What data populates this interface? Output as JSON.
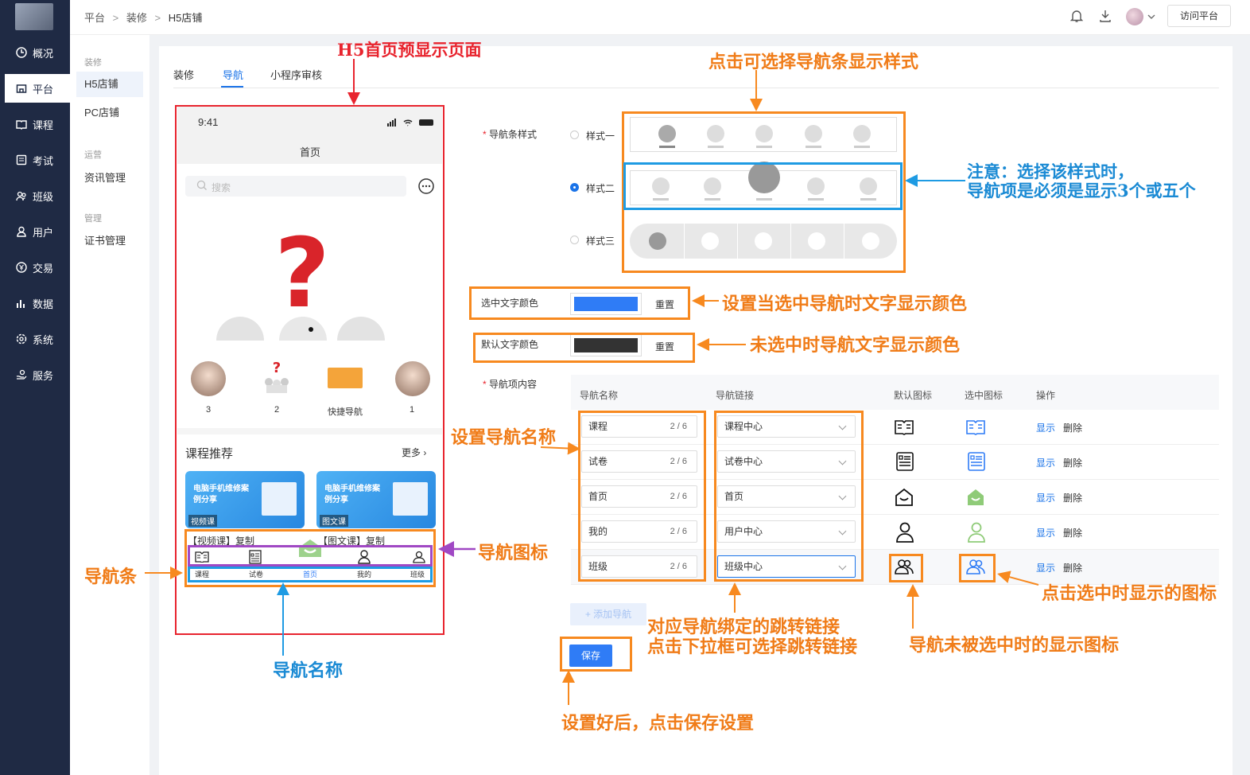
{
  "sidebar": {
    "items": [
      {
        "label": "概况",
        "icon": "clock-icon"
      },
      {
        "label": "平台",
        "icon": "shop-icon"
      },
      {
        "label": "课程",
        "icon": "book-icon"
      },
      {
        "label": "考试",
        "icon": "exam-icon"
      },
      {
        "label": "班级",
        "icon": "group-icon"
      },
      {
        "label": "用户",
        "icon": "user-icon"
      },
      {
        "label": "交易",
        "icon": "money-icon"
      },
      {
        "label": "数据",
        "icon": "chart-icon"
      },
      {
        "label": "系统",
        "icon": "gear-icon"
      },
      {
        "label": "服务",
        "icon": "service-icon"
      }
    ]
  },
  "breadcrumb": {
    "a": "平台",
    "b": "装修",
    "c": "H5店铺"
  },
  "topbar": {
    "visit": "访问平台"
  },
  "subnav": {
    "g1": "装修",
    "h5": "H5店铺",
    "pc": "PC店铺",
    "g2": "运营",
    "news": "资讯管理",
    "g3": "管理",
    "cert": "证书管理"
  },
  "tabs": {
    "decor": "装修",
    "nav": "导航",
    "mini": "小程序审核"
  },
  "phone": {
    "time": "9:41",
    "title": "首页",
    "search": "搜索",
    "quick": [
      "3",
      "2",
      "快捷导航",
      "1"
    ],
    "rec_title": "课程推荐",
    "more": "更多",
    "card1_title": "电脑手机维修案例分享",
    "card1_tag": "视频课",
    "card2_title": "电脑手机维修案例分享",
    "card2_tag": "图文课",
    "card1_cap": "【视频课】复制",
    "card2_cap": "【图文课】复制",
    "nav_labels": [
      "课程",
      "试卷",
      "首页",
      "我的",
      "班级"
    ]
  },
  "form": {
    "nav_style_label": "导航条样式",
    "style1": "样式一",
    "style2": "样式二",
    "style3": "样式三",
    "sel_color_label": "选中文字颜色",
    "sel_color": "#2f7cf6",
    "def_color_label": "默认文字颜色",
    "def_color": "#333333",
    "reset": "重置",
    "nav_content_label": "导航项内容",
    "add_nav": "+ 添加导航",
    "save": "保存"
  },
  "table": {
    "headers": [
      "导航名称",
      "导航链接",
      "默认图标",
      "选中图标",
      "操作"
    ],
    "rows": [
      {
        "name": "课程",
        "count": "2 / 6",
        "link": "课程中心",
        "show": "显示",
        "del": "删除"
      },
      {
        "name": "试卷",
        "count": "2 / 6",
        "link": "试卷中心",
        "show": "显示",
        "del": "删除"
      },
      {
        "name": "首页",
        "count": "2 / 6",
        "link": "首页",
        "show": "显示",
        "del": "删除"
      },
      {
        "name": "我的",
        "count": "2 / 6",
        "link": "用户中心",
        "show": "显示",
        "del": "删除"
      },
      {
        "name": "班级",
        "count": "2 / 6",
        "link": "班级中心",
        "show": "显示",
        "del": "删除"
      }
    ]
  },
  "annotations": {
    "h5preview": "H5首页预显示页面",
    "style_select": "点击可选择导航条显示样式",
    "note1": "注意：选择该样式时，",
    "note2": "导航项是必须是显示3个或五个",
    "sel_color": "设置当选中导航时文字显示颜色",
    "def_color": "未选中时导航文字显示颜色",
    "set_name": "设置导航名称",
    "nav_icon": "导航图标",
    "nav_bar": "导航条",
    "nav_name": "导航名称",
    "link1": "对应导航绑定的跳转链接",
    "link2": "点击下拉框可选择跳转链接",
    "def_icon": "导航未被选中时的显示图标",
    "sel_icon": "点击选中时显示的图标",
    "save_tip": "设置好后，点击保存设置"
  },
  "colors": {
    "accent": "#1a73e8",
    "annotation_orange": "#f07c18",
    "annotation_blue": "#1a8ad4",
    "annotation_red": "#e8242e",
    "annotation_purple": "#8b3fb8"
  }
}
